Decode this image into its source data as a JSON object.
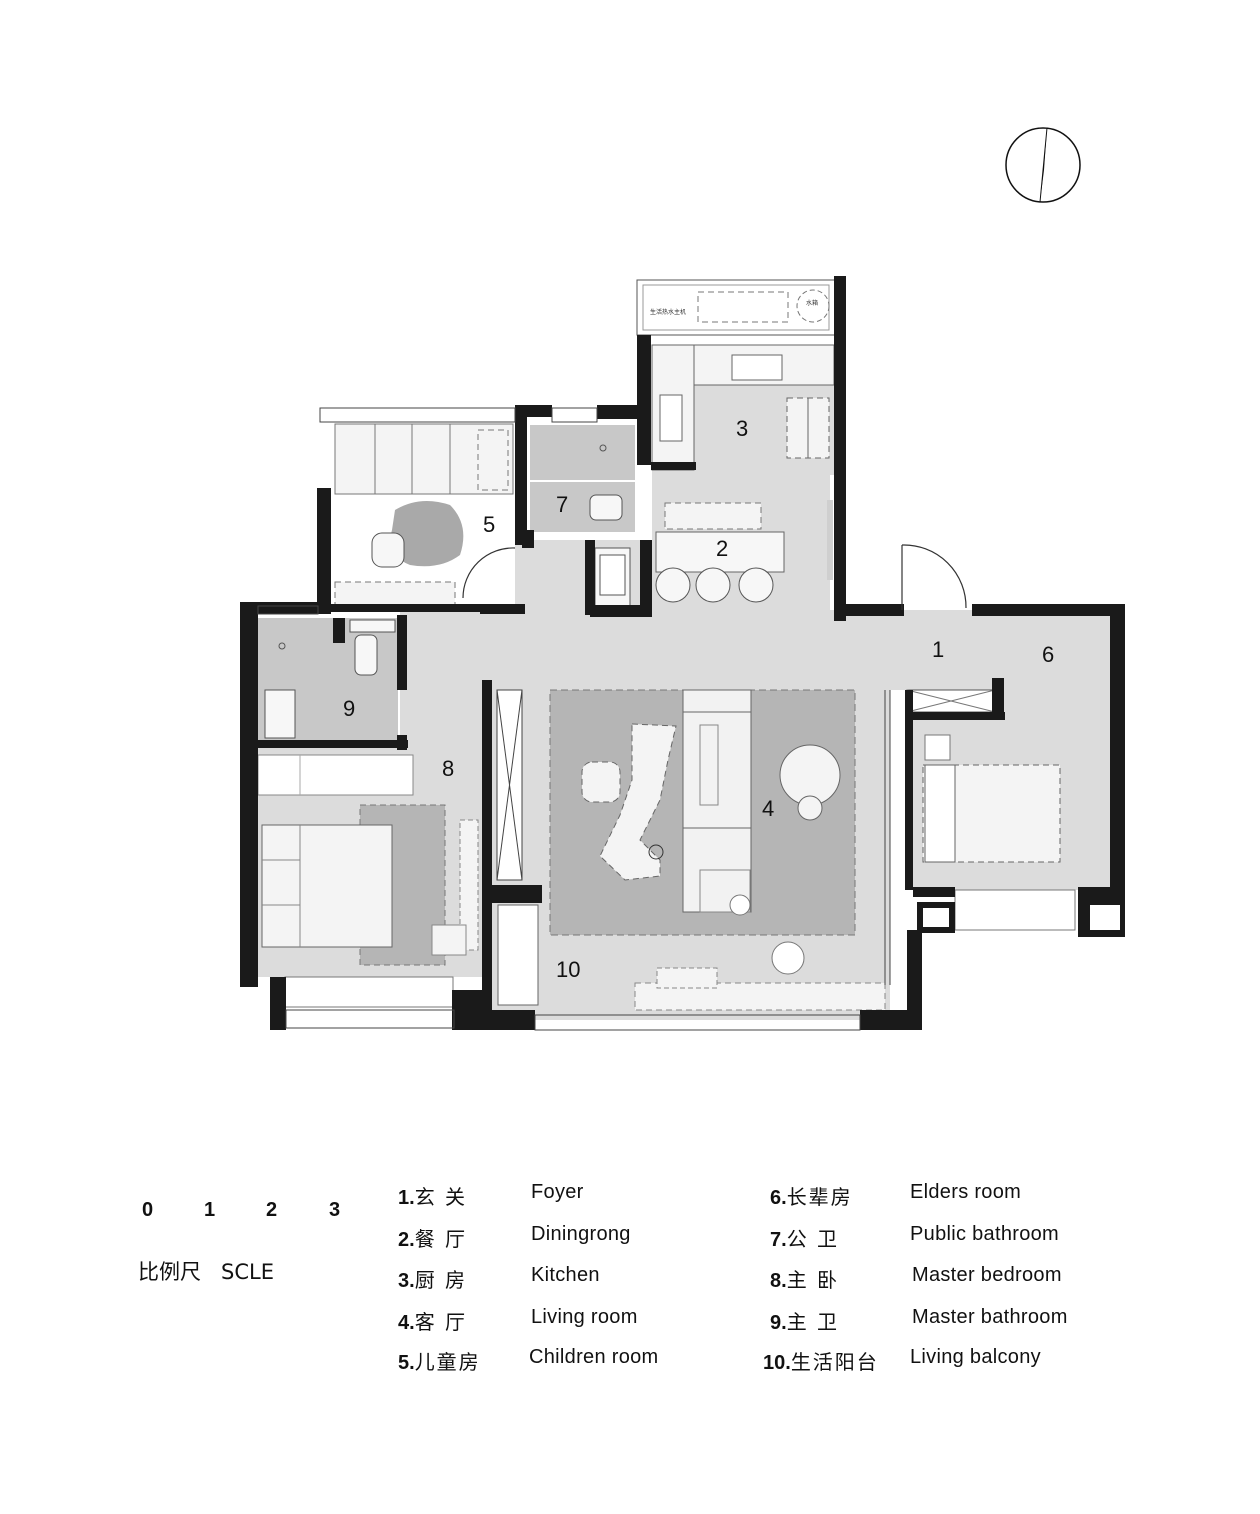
{
  "north_arrow": {
    "icon": "north-arrow-icon"
  },
  "plan": {
    "fixture_labels": {
      "water_heater": "生活热水主机",
      "water_tank": "水箱"
    },
    "room_numbers": [
      "1",
      "2",
      "3",
      "4",
      "5",
      "6",
      "7",
      "8",
      "9",
      "10"
    ]
  },
  "scale": {
    "ticks": [
      "0",
      "1",
      "2",
      "3"
    ],
    "label": "比例尺   SCLE"
  },
  "legend": [
    {
      "num": "1.",
      "cn": "玄    关",
      "en": "Foyer"
    },
    {
      "num": "2.",
      "cn": "餐    厅",
      "en": "Diningrong"
    },
    {
      "num": "3.",
      "cn": "厨    房",
      "en": "Kitchen"
    },
    {
      "num": "4.",
      "cn": "客    厅",
      "en": "Living room"
    },
    {
      "num": "5.",
      "cn": "儿童房",
      "en": "Children room"
    },
    {
      "num": "6.",
      "cn": "长辈房",
      "en": "Elders room"
    },
    {
      "num": "7.",
      "cn": "公    卫",
      "en": "Public bathroom"
    },
    {
      "num": "8.",
      "cn": "主    卧",
      "en": "Master bedroom"
    },
    {
      "num": "9.",
      "cn": "主    卫",
      "en": "Master bathroom"
    },
    {
      "num": "10.",
      "cn": "生活阳台",
      "en": "Living balcony"
    }
  ],
  "colors": {
    "wall": "#1a1a1a",
    "floor": "#dcdcdc",
    "wet_floor": "#c8c8c8",
    "rug": "#b5b5b5",
    "furniture": "#f4f4f4"
  }
}
